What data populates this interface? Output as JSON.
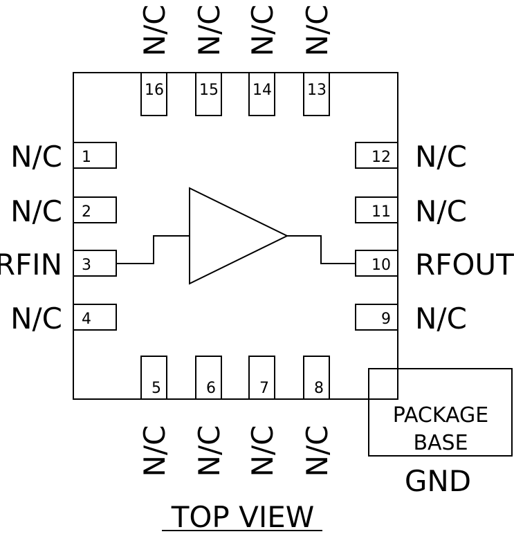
{
  "pins_top": [
    {
      "num": "16",
      "label": "N/C"
    },
    {
      "num": "15",
      "label": "N/C"
    },
    {
      "num": "14",
      "label": "N/C"
    },
    {
      "num": "13",
      "label": "N/C"
    }
  ],
  "pins_bottom": [
    {
      "num": "5",
      "label": "N/C"
    },
    {
      "num": "6",
      "label": "N/C"
    },
    {
      "num": "7",
      "label": "N/C"
    },
    {
      "num": "8",
      "label": "N/C"
    }
  ],
  "pins_left": [
    {
      "num": "1",
      "label": "N/C"
    },
    {
      "num": "2",
      "label": "N/C"
    },
    {
      "num": "3",
      "label": "RFIN"
    },
    {
      "num": "4",
      "label": "N/C"
    }
  ],
  "pins_right": [
    {
      "num": "12",
      "label": "N/C"
    },
    {
      "num": "11",
      "label": "N/C"
    },
    {
      "num": "10",
      "label": "RFOUT"
    },
    {
      "num": "9",
      "label": "N/C"
    }
  ],
  "package_base": {
    "line1": "PACKAGE",
    "line2": "BASE",
    "gnd": "GND"
  },
  "view_label": "TOP VIEW"
}
